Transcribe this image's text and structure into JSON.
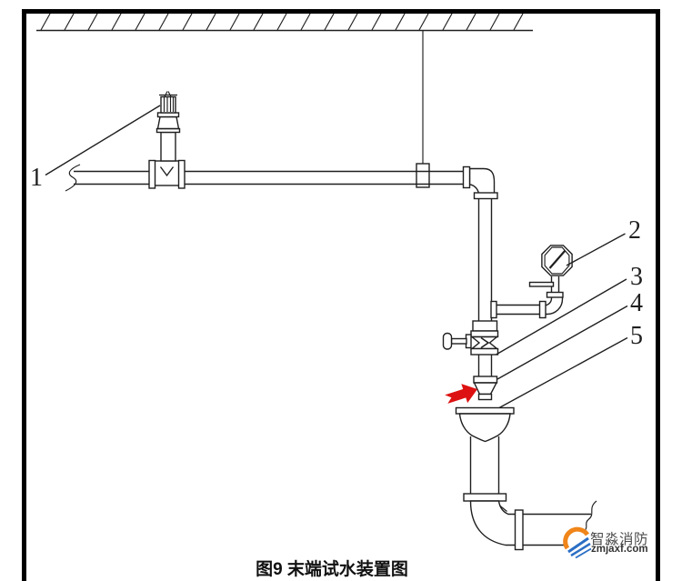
{
  "figure": {
    "caption": "图9 末端试水装置图"
  },
  "callouts": [
    {
      "number": "1"
    },
    {
      "number": "2"
    },
    {
      "number": "3"
    },
    {
      "number": "4"
    },
    {
      "number": "5"
    }
  ],
  "watermark": {
    "brand": "智淼消防",
    "url": "zmjaxf.com"
  },
  "colors": {
    "line": "#1f1f1f",
    "border_black": "#000000",
    "arrow_red": "#dd1111",
    "watermark_orange": "#f08519",
    "watermark_blue": "#2b6fc4",
    "watermark_text": "#4d4d4d",
    "watermark_url": "#333333",
    "caption_text": "#111111"
  }
}
